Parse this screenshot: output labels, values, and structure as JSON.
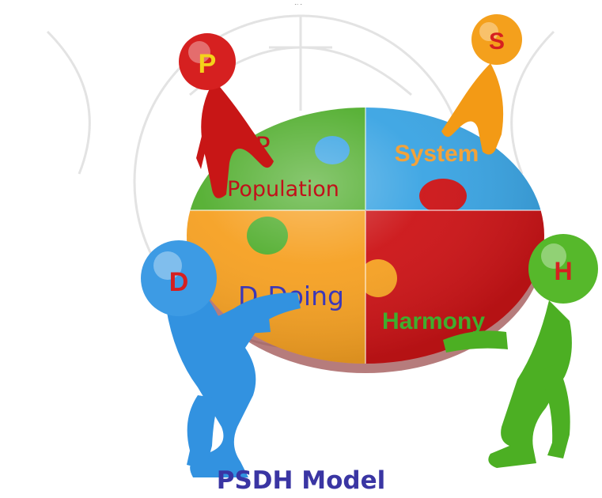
{
  "header": {
    "clipped_text": "ู                                ุ"
  },
  "figures": {
    "p": {
      "letter": "P",
      "head_color": "#d62020",
      "body_color": "#c81616",
      "letter_color": "#f4d21a"
    },
    "s": {
      "letter": "S",
      "head_color": "#f4a01c",
      "body_color": "#f39a15",
      "letter_color": "#d62020"
    },
    "d": {
      "letter": "D",
      "head_color": "#3d9be4",
      "body_color": "#3292e0",
      "letter_color": "#d62020"
    },
    "h": {
      "letter": "H",
      "head_color": "#56b82b",
      "body_color": "#4caf23",
      "letter_color": "#d62020"
    }
  },
  "puzzle": {
    "pieces": [
      {
        "id": "population",
        "color": "#52ae2f",
        "title": "P",
        "label": "Population",
        "text_color": "#c2101a"
      },
      {
        "id": "system",
        "color": "#3aa4e3",
        "label": "System",
        "text_color": "#f2a23a"
      },
      {
        "id": "doing",
        "color": "#f6a123",
        "label": "D-Doing",
        "text_color": "#3b38b8"
      },
      {
        "id": "harmony",
        "color": "#cc1417",
        "label": "Harmony",
        "text_color": "#3fae2e"
      }
    ]
  },
  "caption": "PSDH Model"
}
